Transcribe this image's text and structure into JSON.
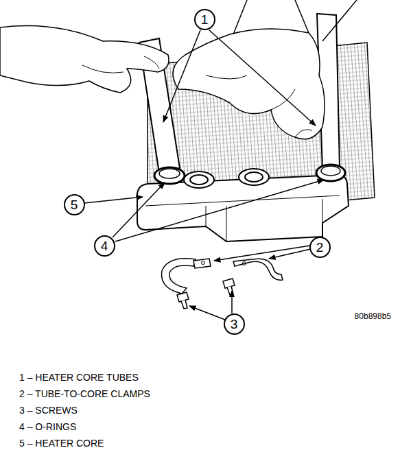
{
  "diagram": {
    "nodes": [
      {
        "text": [
          "1"
        ]
      },
      {
        "text": [
          "5"
        ]
      },
      {
        "text": [
          "4"
        ]
      },
      {
        "text": [
          "2"
        ]
      },
      {
        "text": [
          "3"
        ]
      }
    ],
    "labels": [
      "80b898b5",
      "1 – HEATER CORE TUBES",
      "2 – TUBE-TO-CORE CLAMPS",
      "3 – SCREWS",
      "4 – O-RINGS",
      "5 – HEATER CORE"
    ]
  }
}
